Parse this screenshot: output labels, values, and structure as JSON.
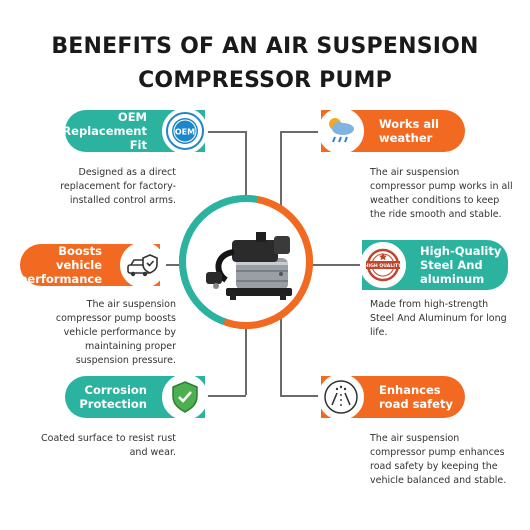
{
  "title": {
    "line1": "BENEFITS OF AN AIR SUSPENSION",
    "line2": "COMPRESSOR PUMP"
  },
  "colors": {
    "teal": "#2bb3a0",
    "orange": "#f26a21",
    "line": "#6b6b6b"
  },
  "benefits": [
    {
      "line1": "OEM",
      "line2": "Replacement Fit",
      "icon": "oem-badge-icon",
      "badge_text": "OEM",
      "desc": [
        "Designed as a direct",
        "replacement for factory-",
        "installed control arms."
      ]
    },
    {
      "line1": "Works all",
      "line2": "weather",
      "icon": "weather-icon",
      "desc": [
        "The air suspension",
        "compressor pump works in all",
        "weather conditions to keep",
        "the ride smooth and stable."
      ]
    },
    {
      "line1": "Boosts vehicle",
      "line2": "performance",
      "icon": "car-shield-icon",
      "desc": [
        "The air suspension",
        "compressor pump boosts",
        "vehicle performance by",
        "maintaining proper",
        "suspension pressure."
      ]
    },
    {
      "line1": "High-Quality",
      "line2": "Steel And",
      "line3": "aluminum",
      "icon": "quality-stamp-icon",
      "badge_text": "HIGH QUALITY",
      "desc": [
        "Made from high-strength",
        "Steel And Aluminum for long",
        "life."
      ]
    },
    {
      "line1": "Corrosion",
      "line2": "Protection",
      "icon": "shield-check-icon",
      "desc": [
        "Coated surface to resist rust",
        "and wear."
      ]
    },
    {
      "line1": "Enhances",
      "line2": "road safety",
      "icon": "road-safety-icon",
      "desc": [
        "The air suspension",
        "compressor pump enhances",
        "road safety by keeping the",
        "vehicle balanced and stable."
      ]
    }
  ]
}
